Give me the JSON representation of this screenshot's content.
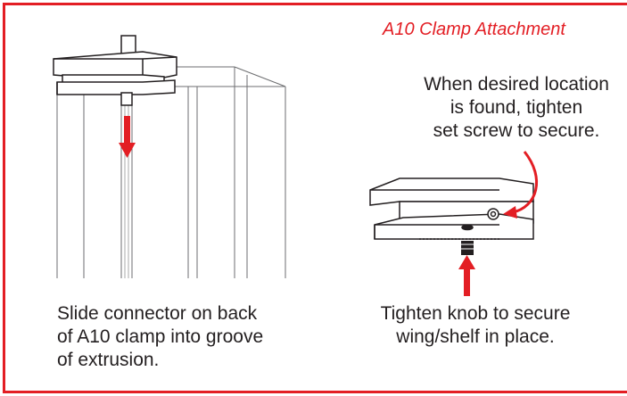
{
  "title": "A10 Clamp Attachment",
  "notes": {
    "set_screw": [
      "When desired location",
      "is found, tighten",
      "set screw to secure."
    ],
    "slide_connector": [
      "Slide connector on back",
      "of A10 clamp into groove",
      "of extrusion."
    ],
    "tighten_knob": [
      "Tighten knob to secure",
      "wing/shelf in place."
    ]
  },
  "colors": {
    "accent": "#e31e24",
    "line": "#6d6e70",
    "text": "#231f20"
  }
}
